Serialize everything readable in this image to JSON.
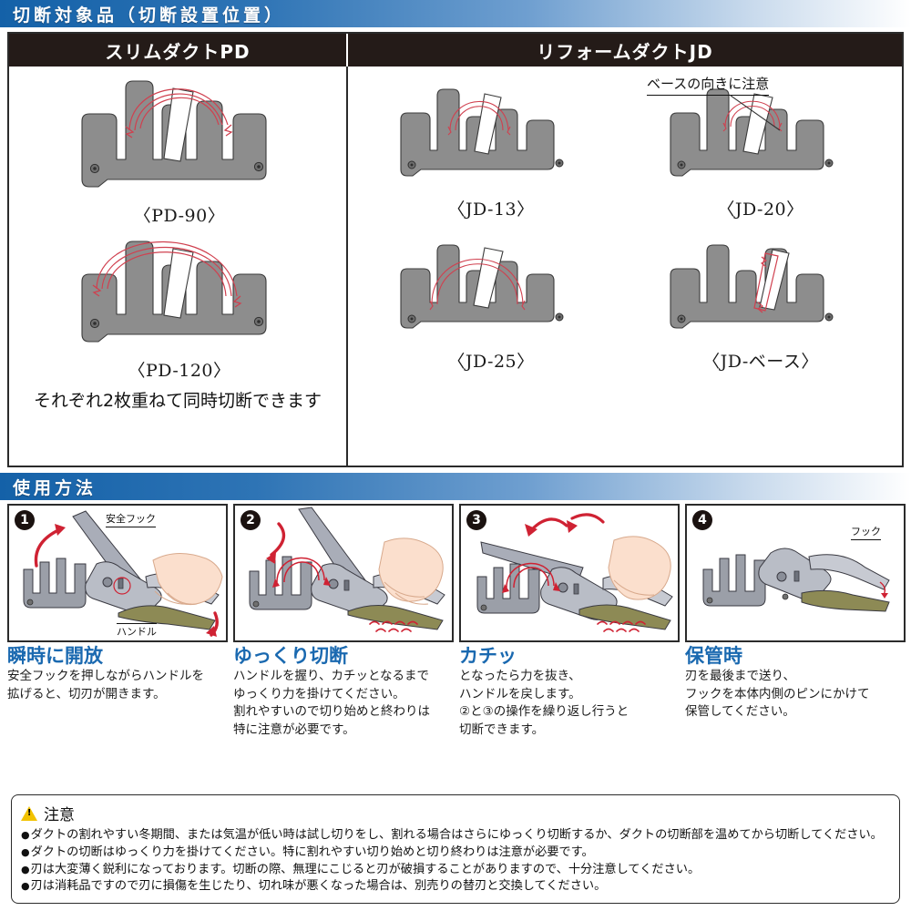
{
  "sections": {
    "products_title": "切断対象品（切断設置位置）",
    "usage_title": "使用方法"
  },
  "product_table": {
    "columns": [
      {
        "header": "スリムダクトPD"
      },
      {
        "header": "リフォームダクトJD"
      }
    ],
    "pd_figures": [
      {
        "caption": "〈PD-90〉"
      },
      {
        "caption": "〈PD-120〉"
      }
    ],
    "pd_note": "それぞれ2枚重ねて同時切断できます",
    "jd_figures": [
      {
        "caption": "〈JD-13〉"
      },
      {
        "caption": "〈JD-20〉"
      },
      {
        "caption": "〈JD-25〉"
      },
      {
        "caption": "〈JD-ベース〉"
      }
    ],
    "jd_base_note": "ベースの向きに注意"
  },
  "usage_steps": [
    {
      "number": "1",
      "heading": "瞬時に開放",
      "body": "安全フックを押しながらハンドルを\n拡げると、切刃が開きます。",
      "labels": [
        "安全フック",
        "ハンドル"
      ]
    },
    {
      "number": "2",
      "heading": "ゆっくり切断",
      "body": "ハンドルを握り、カチッとなるまで\nゆっくり力を掛けてください。\n割れやすいので切り始めと終わりは\n特に注意が必要です。",
      "labels": []
    },
    {
      "number": "3",
      "heading": "カチッ",
      "body": "となったら力を抜き、\nハンドルを戻します。\n②と③の操作を繰り返し行うと\n切断できます。",
      "labels": []
    },
    {
      "number": "4",
      "heading": "保管時",
      "body": "刃を最後まで送り、\nフックを本体内側のピンにかけて\n保管してください。",
      "labels": [
        "フック"
      ]
    }
  ],
  "caution": {
    "title": "注意",
    "items": [
      "ダクトの割れやすい冬期間、または気温が低い時は試し切りをし、割れる場合はさらにゆっくり切断するか、ダクトの切断部を温めてから切断してください。",
      "ダクトの切断はゆっくり力を掛けてください。特に割れやすい切り始めと切り終わりは注意が必要です。",
      "刃は大変薄く鋭利になっております。切断の際、無理にこじると刃が破損することがありますので、十分注意してください。",
      "刃は消耗品ですので刃に損傷を生じたり、切れ味が悪くなった場合は、別売りの替刃と交換してください。"
    ]
  },
  "colors": {
    "header_blue": "#1461a8",
    "heading_blue": "#1a69b0",
    "dark_bar": "#241b18",
    "arrow_red": "#cf2233",
    "body_gray": "#8d8d8d",
    "warn_yellow": "#f2c200"
  }
}
